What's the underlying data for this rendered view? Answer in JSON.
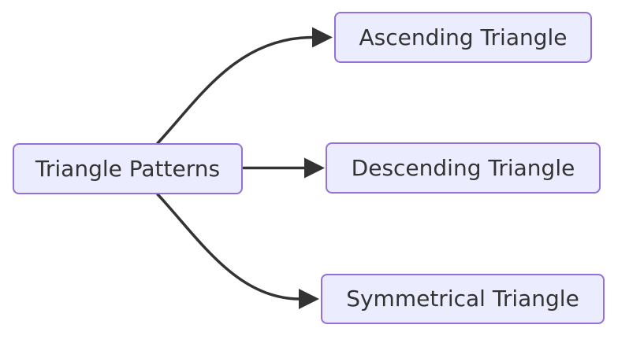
{
  "diagram": {
    "type": "flowchart",
    "direction": "left-to-right",
    "root": {
      "id": "triangle-patterns",
      "label": "Triangle Patterns"
    },
    "children": [
      {
        "id": "ascending-triangle",
        "label": "Ascending Triangle"
      },
      {
        "id": "descending-triangle",
        "label": "Descending Triangle"
      },
      {
        "id": "symmetrical-triangle",
        "label": "Symmetrical Triangle"
      }
    ],
    "edges": [
      {
        "from": "Triangle Patterns",
        "to": "Ascending Triangle",
        "style": "curved-up",
        "arrowhead": "filled-triangle"
      },
      {
        "from": "Triangle Patterns",
        "to": "Descending Triangle",
        "style": "straight",
        "arrowhead": "filled-triangle"
      },
      {
        "from": "Triangle Patterns",
        "to": "Symmetrical Triangle",
        "style": "curved-down",
        "arrowhead": "filled-triangle"
      }
    ]
  },
  "colors": {
    "background": "#FFFFFF",
    "node_fill": "#ECECFF",
    "node_border": "#9370DB",
    "node_text": "#333333",
    "edge": "#333333"
  }
}
